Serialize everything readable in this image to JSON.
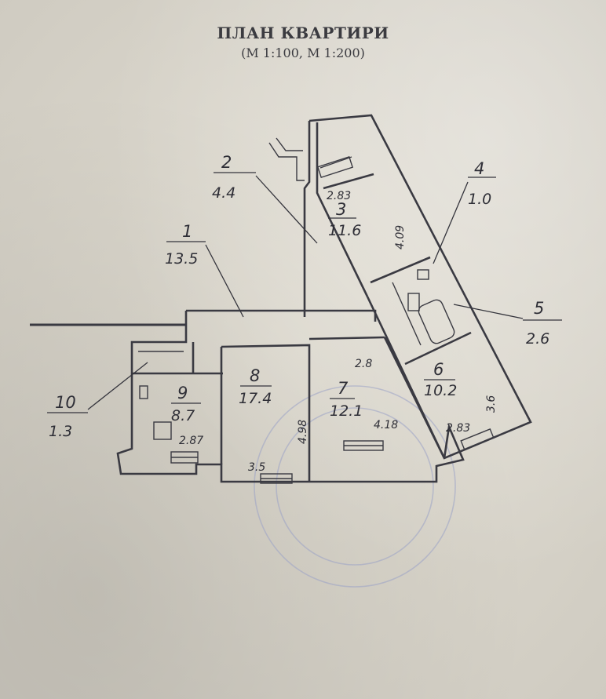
{
  "header": {
    "title": "ПЛАН КВАРТИРИ",
    "scale": "(М 1:100, М 1:200)"
  },
  "rooms": [
    {
      "number": "1",
      "area": "13.5"
    },
    {
      "number": "2",
      "area": "4.4"
    },
    {
      "number": "3",
      "area": "11.6"
    },
    {
      "number": "4",
      "area": "1.0"
    },
    {
      "number": "5",
      "area": "2.6"
    },
    {
      "number": "6",
      "area": "10.2"
    },
    {
      "number": "7",
      "area": "12.1"
    },
    {
      "number": "8",
      "area": "17.4"
    },
    {
      "number": "9",
      "area": "8.7"
    },
    {
      "number": "10",
      "area": "1.3"
    }
  ],
  "dimensions": {
    "room3_width": "2.83",
    "room3_length": "4.09",
    "room7_width": "2.8",
    "room7_length": "4.18",
    "room6_width": "2.83",
    "room6_length": "3.6",
    "room8_length": "4.98",
    "room8_width": "3.5",
    "room9_width": "2.87"
  },
  "colors": {
    "paper": "#d9d6cc",
    "ink": "#3a3a42",
    "stamp": "#9aa3c7"
  }
}
